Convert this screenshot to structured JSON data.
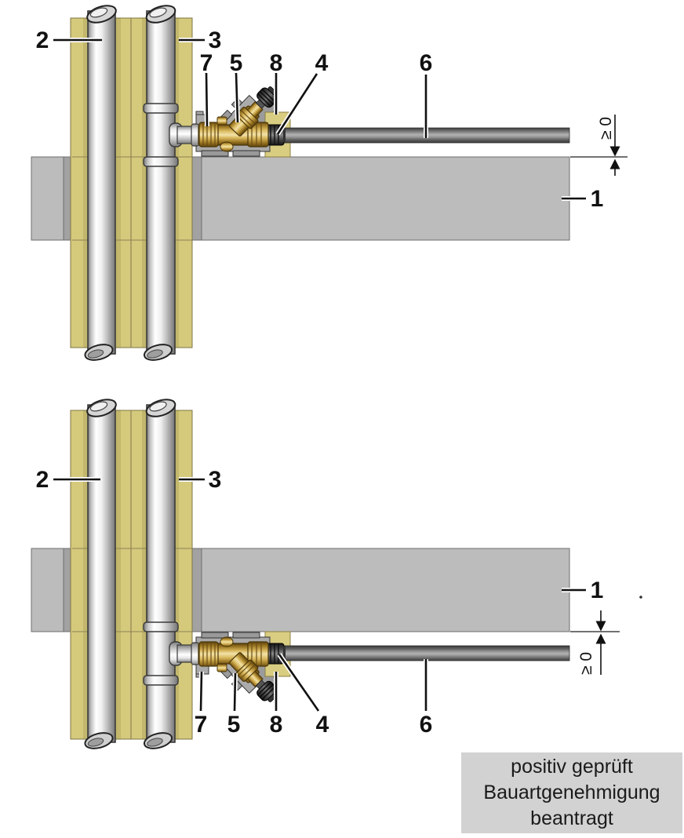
{
  "figure_labels": {
    "slab": "1",
    "pipe_left": "2",
    "pipe_right": "3",
    "connector": "4",
    "valve": "5",
    "horizontal_pipe": "6",
    "bracket": "7",
    "fire_collar": "8"
  },
  "dimension_note": "≥ 0",
  "approval_box": {
    "lines": [
      "positiv geprüft",
      "Bauartgenehmigung",
      "beantragt"
    ]
  },
  "colors": {
    "insulation": "#d5c97c",
    "slab": "#bcbcbc",
    "slab_edge": "#a2a2a2",
    "brass": "#d9b85e",
    "steel_pipe": "#e8e8e8",
    "dark_pipe": "#6f6f6f",
    "approval_bg": "#d2d2d2"
  }
}
